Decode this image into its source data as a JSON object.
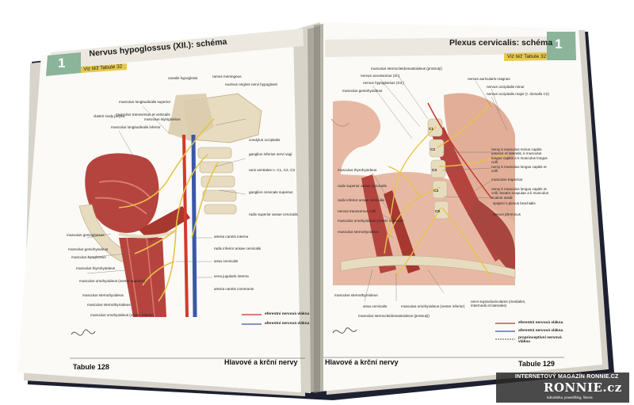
{
  "left_page": {
    "number_tab": "1",
    "title": "Nervus hypoglossus (XII.): schéma",
    "reference": "Viz též Tabule 32",
    "labels_left": [
      "musculus longitudinalis superior",
      "musculus transversus et verticalis",
      "musculus longitudinalis inferior",
      "musculus styloglossus",
      "vlastní svaly jazyka",
      "musculus genioglossus",
      "musculus geniohyoideus",
      "musculus hyoglossus",
      "musculus thyrohyoideus",
      "musculus omohyoideus (venter superior)",
      "musculus sternohyoideus",
      "musculus sternothyroideus",
      "musculus omohyoideus (venter inferior)"
    ],
    "labels_right": [
      "canalis hypoglossi",
      "ramus meningeus",
      "nucleus originis nervi hypoglossi",
      "condylus occipitalis",
      "ganglion inferius nervi vagi",
      "rami ventrales n. C1, C2, C3",
      "ganglion cervicale superius",
      "radix superior ansae cervicalis",
      "arteria carotis interna",
      "radix inferior ansae cervicalis",
      "ansa cervicalis",
      "vena jugularis interna",
      "arteria carotis communis"
    ],
    "legend": [
      "eferentní nervová vlákna",
      "aferentní nervová vlákna"
    ],
    "footer_left": "Tabule 128",
    "footer_right": "Hlavové a krční nervy"
  },
  "right_page": {
    "number_tab": "1",
    "title": "Plexus cervicalis: schéma",
    "reference": "Viz též Tabule 32",
    "labels_top": [
      "musculus sternocleidomastoideus (protnutý)",
      "nervus accessorius (XI.)",
      "nervus hypoglossus (XII.)",
      "nervus auricularis magnus",
      "nervus occipitalis minor",
      "nervus occipitalis major (r. dorsalis C2)",
      "musculus geniohyoideus"
    ],
    "vertebra_labels": [
      "C1",
      "C2",
      "C3",
      "C4",
      "C5"
    ],
    "labels_left": [
      "musculus thyrohyoideus",
      "radix superior ansae cervicalis",
      "radix inferior ansae cervicalis",
      "nervus transversus colli",
      "musculus omohyoideus (venter superior)",
      "musculus sternohyoideus",
      "musculus sternothyroideus"
    ],
    "labels_right": [
      "nervy k musculus rectus capitis anterior et lateralis, k musculus longus capitis a k musculus longus colli",
      "nervy k musculus longus capitis et colli",
      "musculus trapezius",
      "nervy k musculus longus capitis et colli, levator scapulae a k musculus scaleni medii",
      "spojení s plexus brachialis",
      "nervus phrenicus"
    ],
    "labels_bottom": [
      "ansa cervicalis",
      "musculus sternocleidomastoideus (protnutý)",
      "musculus omohyoideus (venter inferior)",
      "nervi supraclaviculares (mediales, intermedii et laterales)"
    ],
    "legend": [
      "eferentní nervová vlákna",
      "aferentní nervová vlákna",
      "proprioceptivní nervová vlákna"
    ],
    "footer_left": "Hlavové a krční nervy",
    "footer_right": "Tabule 129"
  },
  "watermark": {
    "line1": "INTERNETOVÝ MAGAZÍN RONNIE.CZ",
    "line2": "RONNIE.cz",
    "line3": "kulturistika, powerlifting, fitness"
  },
  "colors": {
    "tab_green": "#8bb49a",
    "header_gold": "#e7c84f",
    "cover": "#1d2030",
    "muscle_red": "#b5443e",
    "nerve_yellow": "#e8c34a",
    "artery_red": "#d23a2c",
    "vein_blue": "#3a57a8",
    "bone": "#e8dcc0",
    "skin": "#e7b9a4"
  }
}
